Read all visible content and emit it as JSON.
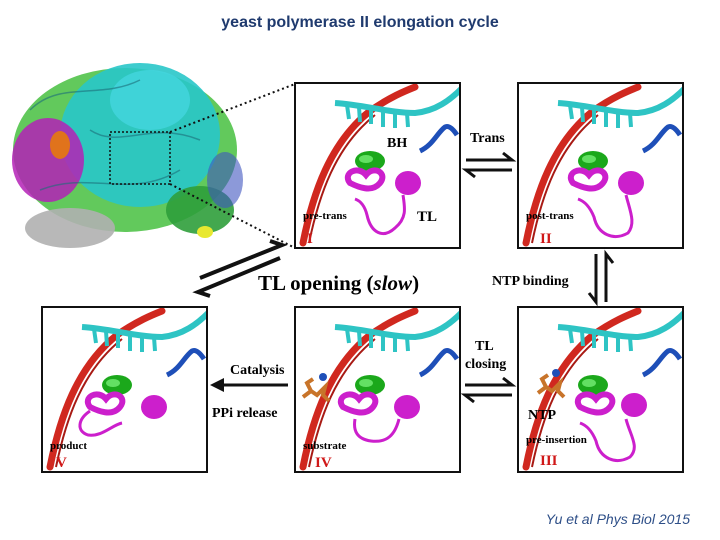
{
  "title": "yeast polymerase II elongation cycle",
  "citation": "Yu et al Phys Biol 2015",
  "states": {
    "I": {
      "numeral": "I",
      "name": "pre-trans",
      "labels": [
        "BH",
        "TL"
      ]
    },
    "II": {
      "numeral": "II",
      "name": "post-trans"
    },
    "III": {
      "numeral": "III",
      "name": "pre-insertion",
      "ntp_label": "NTP"
    },
    "IV": {
      "numeral": "IV",
      "name": "substrate"
    },
    "V": {
      "numeral": "V",
      "name": "product"
    }
  },
  "transitions": {
    "trans": "Trans",
    "ntp_binding": "NTP binding",
    "tl_closing_1": "TL",
    "tl_closing_2": "closing",
    "catalysis": "Catalysis",
    "ppi_release": "PPi release",
    "tl_opening_prefix": "TL opening (",
    "tl_opening_em": "slow",
    "tl_opening_suffix": ")"
  },
  "colors": {
    "title": "#1F3A6E",
    "citation": "#2E4F88",
    "rna": "#D0281F",
    "dna": "#2EC4C4",
    "bridge_helix": "#1BA81B",
    "trigger_loop": "#CC1FCC",
    "numeral": "#D01818",
    "ntp": "#C8742A"
  }
}
